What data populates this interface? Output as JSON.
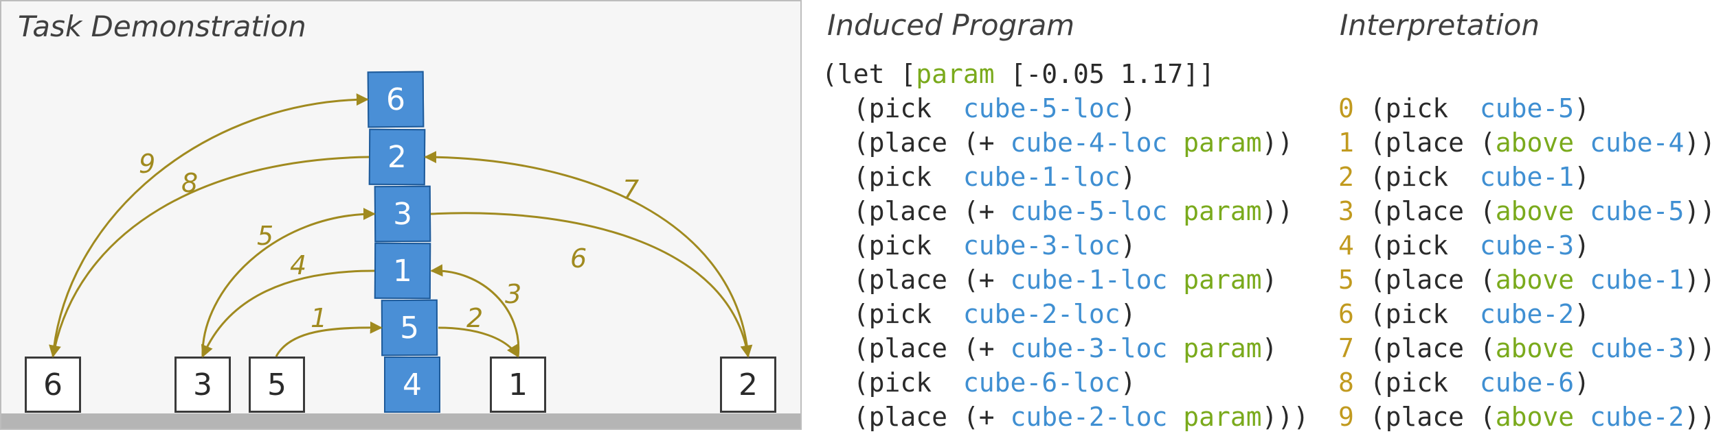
{
  "panel_title": "Task Demonstration",
  "program_title": "Induced Program",
  "interp_title": "Interpretation",
  "colors": {
    "cube_fill": "#4a8fd6",
    "arc": "#a08a1f",
    "param_green": "#7aaa1c",
    "cube_blue": "#3f8fd2",
    "step_gold": "#c19a1f"
  },
  "stack_cubes": [
    "6",
    "2",
    "3",
    "1",
    "5",
    "4"
  ],
  "empty_cubes": [
    "6",
    "3",
    "5",
    "1",
    "2"
  ],
  "arc_labels": [
    "1",
    "2",
    "3",
    "4",
    "5",
    "6",
    "7",
    "8",
    "9"
  ],
  "program": {
    "header": {
      "open": "(let [",
      "param": "param",
      "rest": " [-0.05 1.17]]"
    },
    "lines": [
      {
        "op": "  (pick  ",
        "target": "cube-5-loc",
        "param": "",
        "close": ")"
      },
      {
        "op": "  (place (+ ",
        "target": "cube-4-loc",
        "param": "param",
        "close": "))"
      },
      {
        "op": "  (pick  ",
        "target": "cube-1-loc",
        "param": "",
        "close": ")"
      },
      {
        "op": "  (place (+ ",
        "target": "cube-5-loc",
        "param": "param",
        "close": "))"
      },
      {
        "op": "  (pick  ",
        "target": "cube-3-loc",
        "param": "",
        "close": ")"
      },
      {
        "op": "  (place (+ ",
        "target": "cube-1-loc",
        "param": "param",
        "close": ")"
      },
      {
        "op": "  (pick  ",
        "target": "cube-2-loc",
        "param": "",
        "close": ")"
      },
      {
        "op": "  (place (+ ",
        "target": "cube-3-loc",
        "param": "param",
        "close": ")"
      },
      {
        "op": "  (pick  ",
        "target": "cube-6-loc",
        "param": "",
        "close": ")"
      },
      {
        "op": "  (place (+ ",
        "target": "cube-2-loc",
        "param": "param",
        "close": ")))"
      }
    ]
  },
  "interpretation": [
    {
      "step": "0",
      "op": " (pick  ",
      "rel": "",
      "target": "cube-5",
      "close": ")"
    },
    {
      "step": "1",
      "op": " (place (",
      "rel": "above",
      "target": "cube-4",
      "close": "))"
    },
    {
      "step": "2",
      "op": " (pick  ",
      "rel": "",
      "target": "cube-1",
      "close": ")"
    },
    {
      "step": "3",
      "op": " (place (",
      "rel": "above",
      "target": "cube-5",
      "close": "))"
    },
    {
      "step": "4",
      "op": " (pick  ",
      "rel": "",
      "target": "cube-3",
      "close": ")"
    },
    {
      "step": "5",
      "op": " (place (",
      "rel": "above",
      "target": "cube-1",
      "close": "))"
    },
    {
      "step": "6",
      "op": " (pick  ",
      "rel": "",
      "target": "cube-2",
      "close": ")"
    },
    {
      "step": "7",
      "op": " (place (",
      "rel": "above",
      "target": "cube-3",
      "close": "))"
    },
    {
      "step": "8",
      "op": " (pick  ",
      "rel": "",
      "target": "cube-6",
      "close": ")"
    },
    {
      "step": "9",
      "op": " (place (",
      "rel": "above",
      "target": "cube-2",
      "close": "))"
    }
  ]
}
